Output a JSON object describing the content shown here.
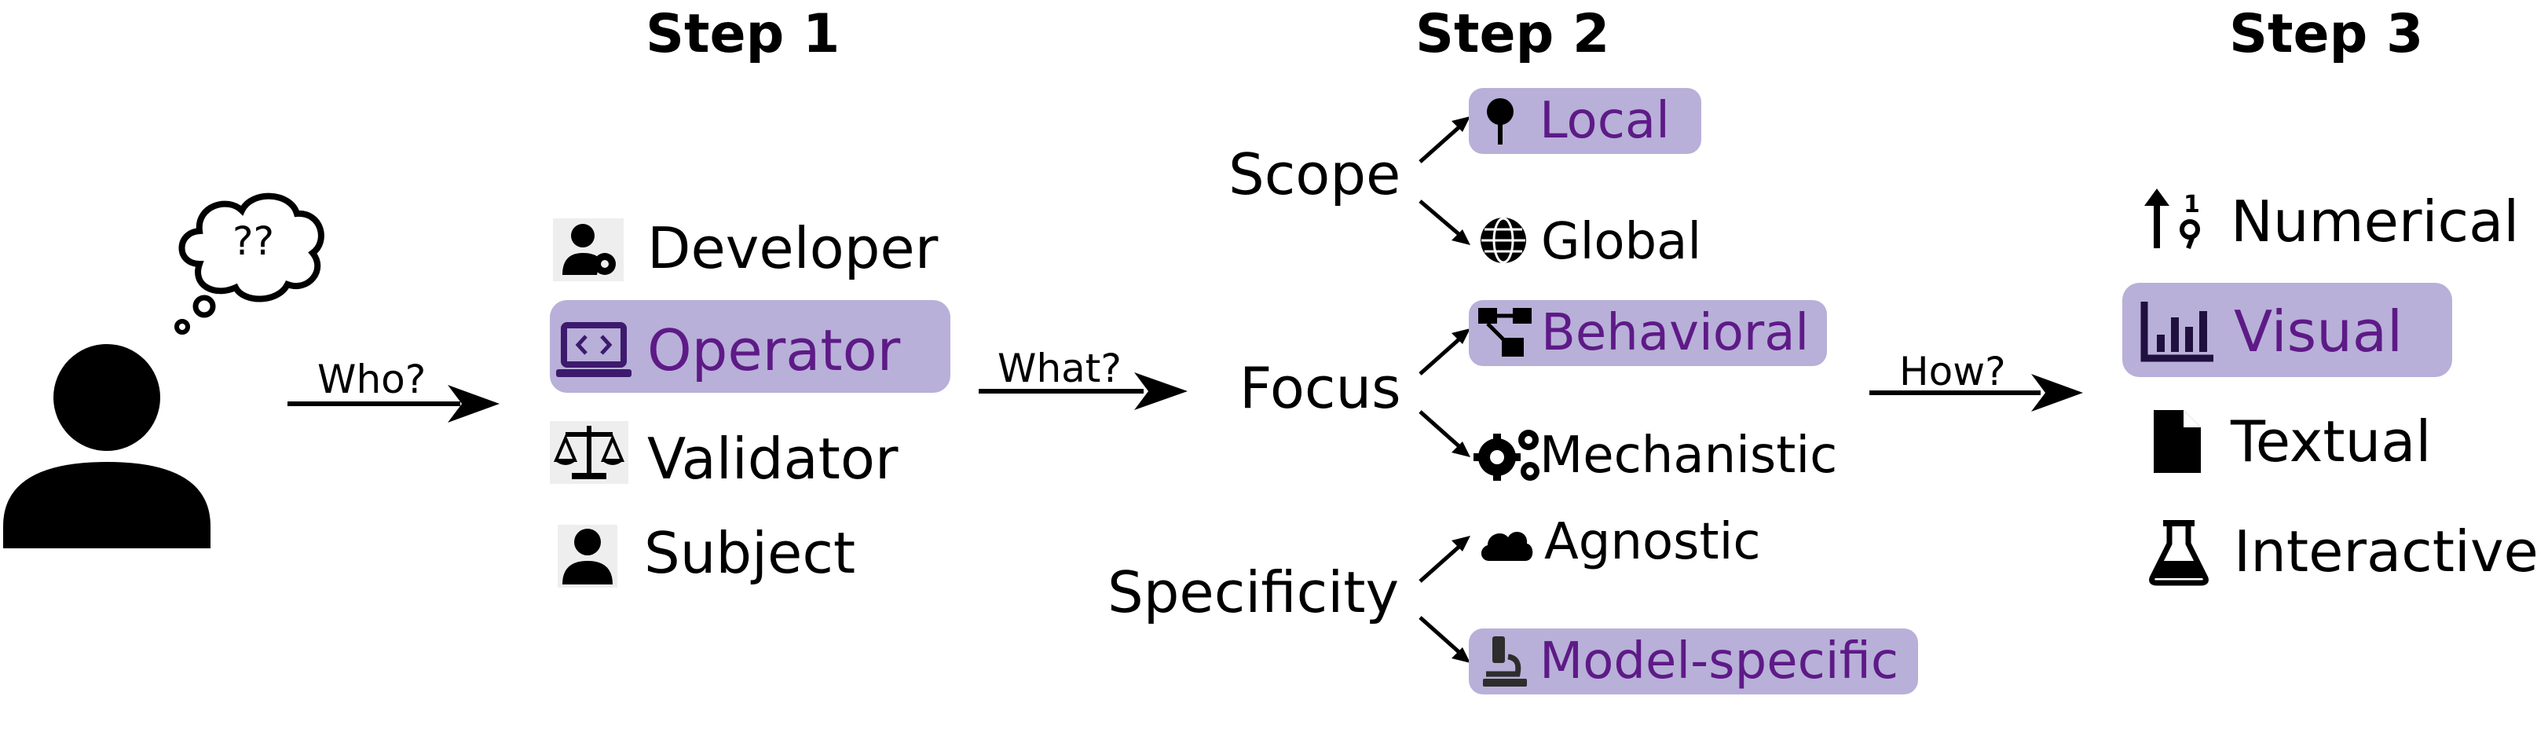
{
  "steps": {
    "step1": "Step 1",
    "step2": "Step 2",
    "step3": "Step 3"
  },
  "thought": "??",
  "arrows": {
    "who": "Who?",
    "what": "What?",
    "how": "How?"
  },
  "roles": [
    {
      "label": "Developer",
      "icon": "developer-gear-icon",
      "selected": false
    },
    {
      "label": "Operator",
      "icon": "laptop-code-icon",
      "selected": true
    },
    {
      "label": "Validator",
      "icon": "scales-icon",
      "selected": false
    },
    {
      "label": "Subject",
      "icon": "person-icon",
      "selected": false
    }
  ],
  "dimensions": {
    "scope": {
      "label": "Scope",
      "options": [
        {
          "label": "Local",
          "icon": "pin-icon",
          "selected": true
        },
        {
          "label": "Global",
          "icon": "globe-icon",
          "selected": false
        }
      ]
    },
    "focus": {
      "label": "Focus",
      "options": [
        {
          "label": "Behavioral",
          "icon": "flow-diagram-icon",
          "selected": true
        },
        {
          "label": "Mechanistic",
          "icon": "gears-icon",
          "selected": false
        }
      ]
    },
    "specificity": {
      "label": "Specificity",
      "options": [
        {
          "label": "Agnostic",
          "icon": "cloud-icon",
          "selected": false
        },
        {
          "label": "Model-specific",
          "icon": "microscope-icon",
          "selected": true
        }
      ]
    }
  },
  "formats": [
    {
      "label": "Numerical",
      "icon": "sort-numeric-icon",
      "selected": false
    },
    {
      "label": "Visual",
      "icon": "bar-chart-icon",
      "selected": true
    },
    {
      "label": "Textual",
      "icon": "file-icon",
      "selected": false
    },
    {
      "label": "Interactive",
      "icon": "flask-icon",
      "selected": false
    }
  ],
  "colors": {
    "highlight": "#b8b0d8",
    "selected_text": "#5e1a87"
  }
}
